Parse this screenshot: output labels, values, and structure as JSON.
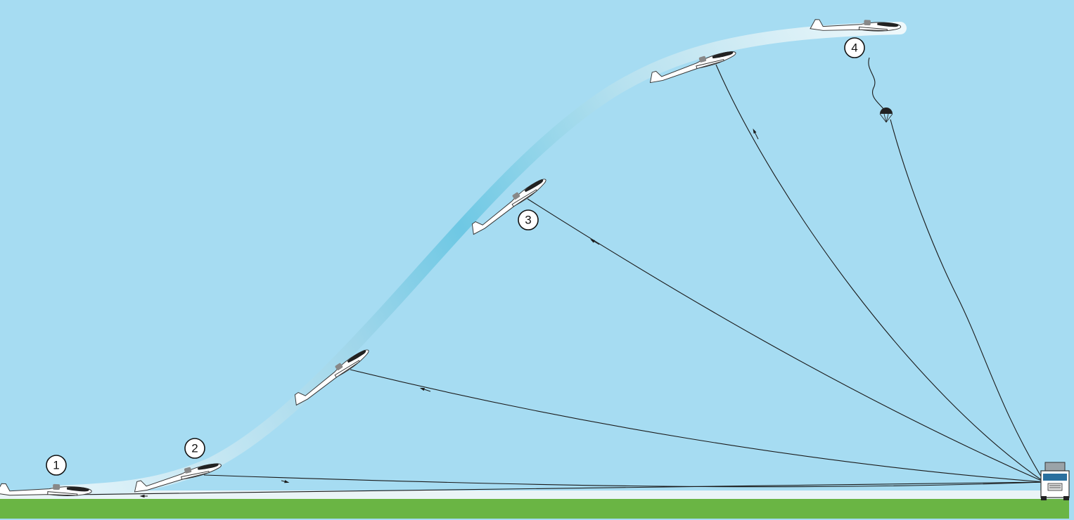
{
  "steps": [
    {
      "id": "step-1",
      "label": "1"
    },
    {
      "id": "step-2",
      "label": "2"
    },
    {
      "id": "step-3",
      "label": "3"
    },
    {
      "id": "step-4",
      "label": "4"
    }
  ],
  "colors": {
    "sky": "#a6dcf2",
    "ground": "#6ab544",
    "runway": "#eaf4f6",
    "trail_light": "#d4eef7",
    "trail_dark": "#6ec8e4",
    "cable": "#1a1a1a"
  },
  "icons": [
    "glider-icon",
    "winch-truck-icon",
    "parachute-icon",
    "arrow-icon"
  ]
}
